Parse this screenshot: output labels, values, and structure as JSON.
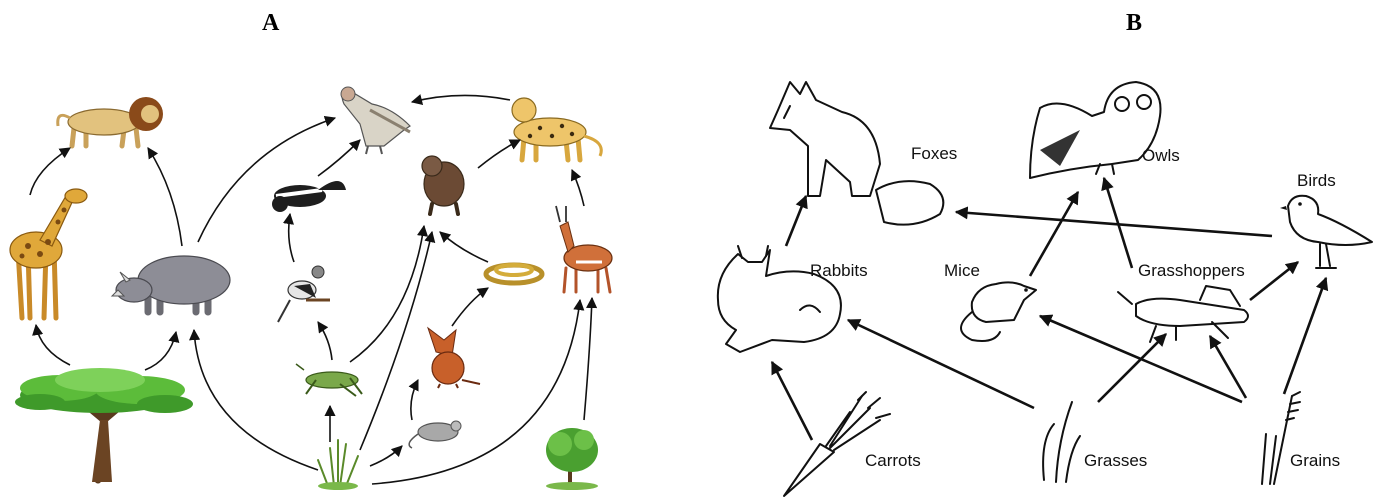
{
  "panels": {
    "a": {
      "letter": "A"
    },
    "b": {
      "letter": "B",
      "labels": {
        "foxes": "Foxes",
        "owls": "Owls",
        "birds": "Birds",
        "rabbits": "Rabbits",
        "mice": "Mice",
        "grasshoppers": "Grasshoppers",
        "carrots": "Carrots",
        "grasses": "Grasses",
        "grains": "Grains"
      }
    }
  }
}
